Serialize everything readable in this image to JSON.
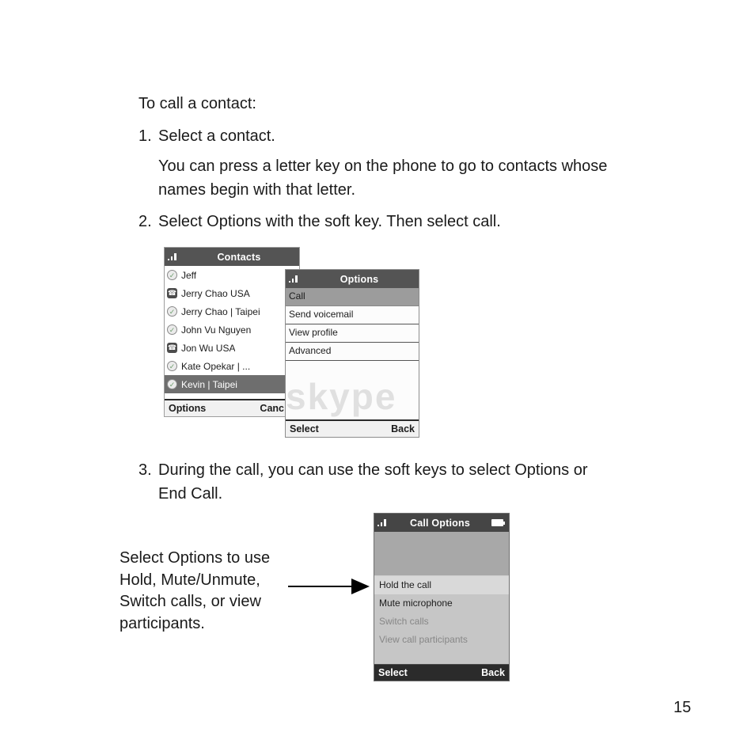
{
  "page_number": "15",
  "body": {
    "intro": "To call a contact:",
    "step1_num": "1.",
    "step1_text": "Select a contact.",
    "step1_note": "You can press a letter key on the phone to go to contacts whose names begin with that letter.",
    "step2_num": "2.",
    "step2_text": "Select Options with the soft key. Then select call.",
    "step3_num": "3.",
    "step3_text": "During the call, you can use the soft keys to select Options or End Call.",
    "callout_lines": [
      "Select Options to use",
      "Hold, Mute/Unmute,",
      "Switch calls, or view",
      "participants."
    ]
  },
  "colors": {
    "titlebar_gray": "#545454",
    "selected_row_dark": "#6e6e6e",
    "selected_row_light": "#d9d9d9",
    "screen_gray": "#c6c6c6"
  },
  "screens": {
    "contacts": {
      "title": "Contacts",
      "items": [
        {
          "name": "Jeff"
        },
        {
          "name": "Jerry Chao USA"
        },
        {
          "name": "Jerry Chao | Taipei"
        },
        {
          "name": "John Vu Nguyen"
        },
        {
          "name": "Jon Wu USA"
        },
        {
          "name": "Kate Opekar | ..."
        },
        {
          "name": "Kevin | Taipei"
        }
      ],
      "softkey_left": "Options",
      "softkey_right": "Canc"
    },
    "options": {
      "title": "Options",
      "items": [
        {
          "label": "Call"
        },
        {
          "label": "Send voicemail"
        },
        {
          "label": "View profile"
        },
        {
          "label": "Advanced"
        }
      ],
      "watermark": "skype",
      "softkey_left": "Select",
      "softkey_right": "Back"
    },
    "call_options": {
      "title": "Call Options",
      "items": [
        {
          "label": "Hold the call"
        },
        {
          "label": "Mute microphone"
        },
        {
          "label": "Switch calls"
        },
        {
          "label": "View call participants"
        }
      ],
      "softkey_left": "Select",
      "softkey_right": "Back"
    }
  }
}
